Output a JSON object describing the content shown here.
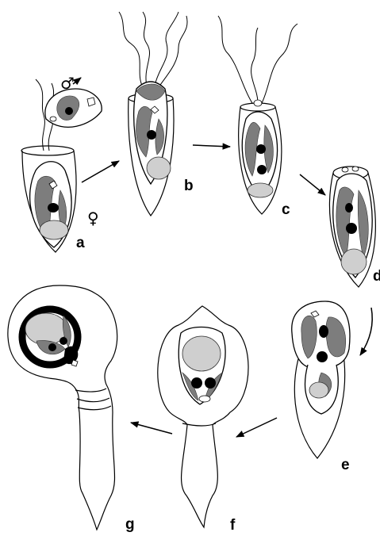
{
  "figure": {
    "labels": {
      "a": "a",
      "b": "b",
      "c": "c",
      "d": "d",
      "e": "e",
      "f": "f",
      "g": "g"
    },
    "male_symbol": "♂",
    "female_symbol": "♀",
    "colors": {
      "background": "#ffffff",
      "line": "#000000",
      "chloroplast": "#7d7d7d",
      "pyrenoid": "#cfcfcf",
      "nucleus": "#000000"
    }
  }
}
